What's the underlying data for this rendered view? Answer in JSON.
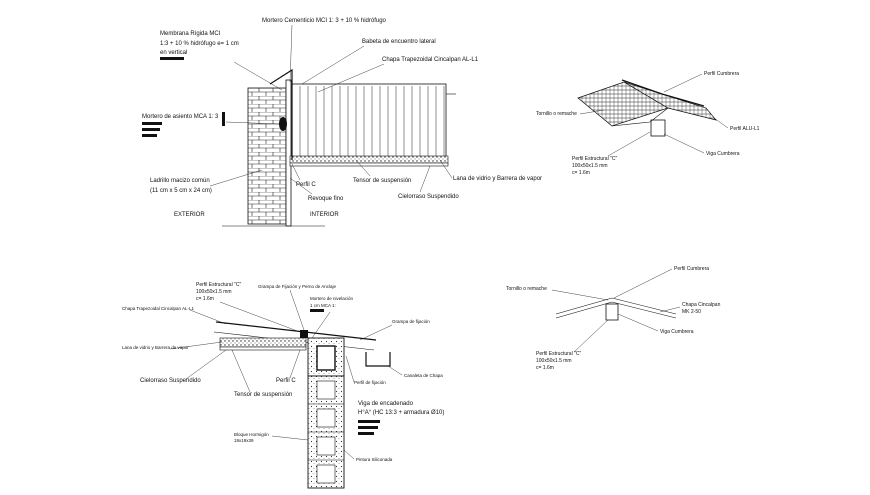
{
  "detail_a": {
    "mortero_cementicio": "Mortero Cementicio MCI 1: 3 + 10 % hidrófugo",
    "membrana_1": "Membrana Rígida MCI",
    "membrana_2": "1:3 + 10 % hidrófugo e= 1 cm",
    "membrana_3": "en vertical",
    "babeta": "Babeta de encuentro lateral",
    "chapa_trapezoidal": "Chapa Trapezoidal Cincalpan AL-L1",
    "mortero_asiento": "Mortero de asiento MCA 1: 3",
    "ladrillo_1": "Ladrillo macizo común",
    "ladrillo_2": "(11 cm x 5 cm x 24 cm)",
    "perfil_c": "Perfil C",
    "tensor": "Tensor de suspensión",
    "lana_vidrio": "Lana de vidrio y Barrera de vapor",
    "revoque": "Revoque fino",
    "cielorraso": "Cielorraso Suspendido",
    "exterior": "EXTERIOR",
    "interior": "INTERIOR"
  },
  "detail_b": {
    "perfil_cumbrera": "Perfil Cumbrera",
    "tornillo": "Tornillo o remache",
    "perfil_alu": "Perfil ALU-L1",
    "perfil_estructural_1": "Perfil Estructural \"C\"",
    "perfil_estructural_2": "100x50x1.5 mm",
    "perfil_estructural_3": "c= 1.6m",
    "viga_cumbrera": "Viga Cumbrera"
  },
  "detail_c": {
    "perfil_estructural_1": "Perfil Estructural \"C\"",
    "perfil_estructural_2": "100x50x1.5 mm",
    "perfil_estructural_3": "c= 1.6m",
    "grampa_fijacion_anclaje": "Grampa de Fijación y Perno de Anclaje",
    "mortero_nivelacion_1": "Mortero de nivelación",
    "mortero_nivelacion_2": "1 cm MCA 1:",
    "chapa_trapezoidal": "Chapa Trapezoidal Cincalpan AL-L1",
    "grampa_fijacion": "Grampa de fijación",
    "lana_vidrio": "Lana de vidrio y Barrera de vapor",
    "cielorraso": "Cielorraso Suspendido",
    "perfil_c": "Perfil C",
    "perfil_fijacion": "Perfil de fijación",
    "canaleta": "Canaleta de Chapa",
    "tensor": "Tensor de suspensión",
    "viga_1": "Viga de encadenado",
    "viga_2": "H°A° (HC 13:3 + armadura Ø10)",
    "bloque_1": "Bloque Hormigón",
    "bloque_2": "19x19x39",
    "pintura": "Pintura Siliconada"
  },
  "detail_d": {
    "perfil_cumbrera": "Perfil Cumbrera",
    "tornillo": "Tornillo o remache",
    "chapa_1": "Chapa Cincalpan",
    "chapa_2": "MK 2-50",
    "viga_cumbrera": "Viga Cumbrera",
    "perfil_estructural_1": "Perfil Estructural \"C\"",
    "perfil_estructural_2": "100x50x1.5 mm",
    "perfil_estructural_3": "c= 1.6m"
  }
}
